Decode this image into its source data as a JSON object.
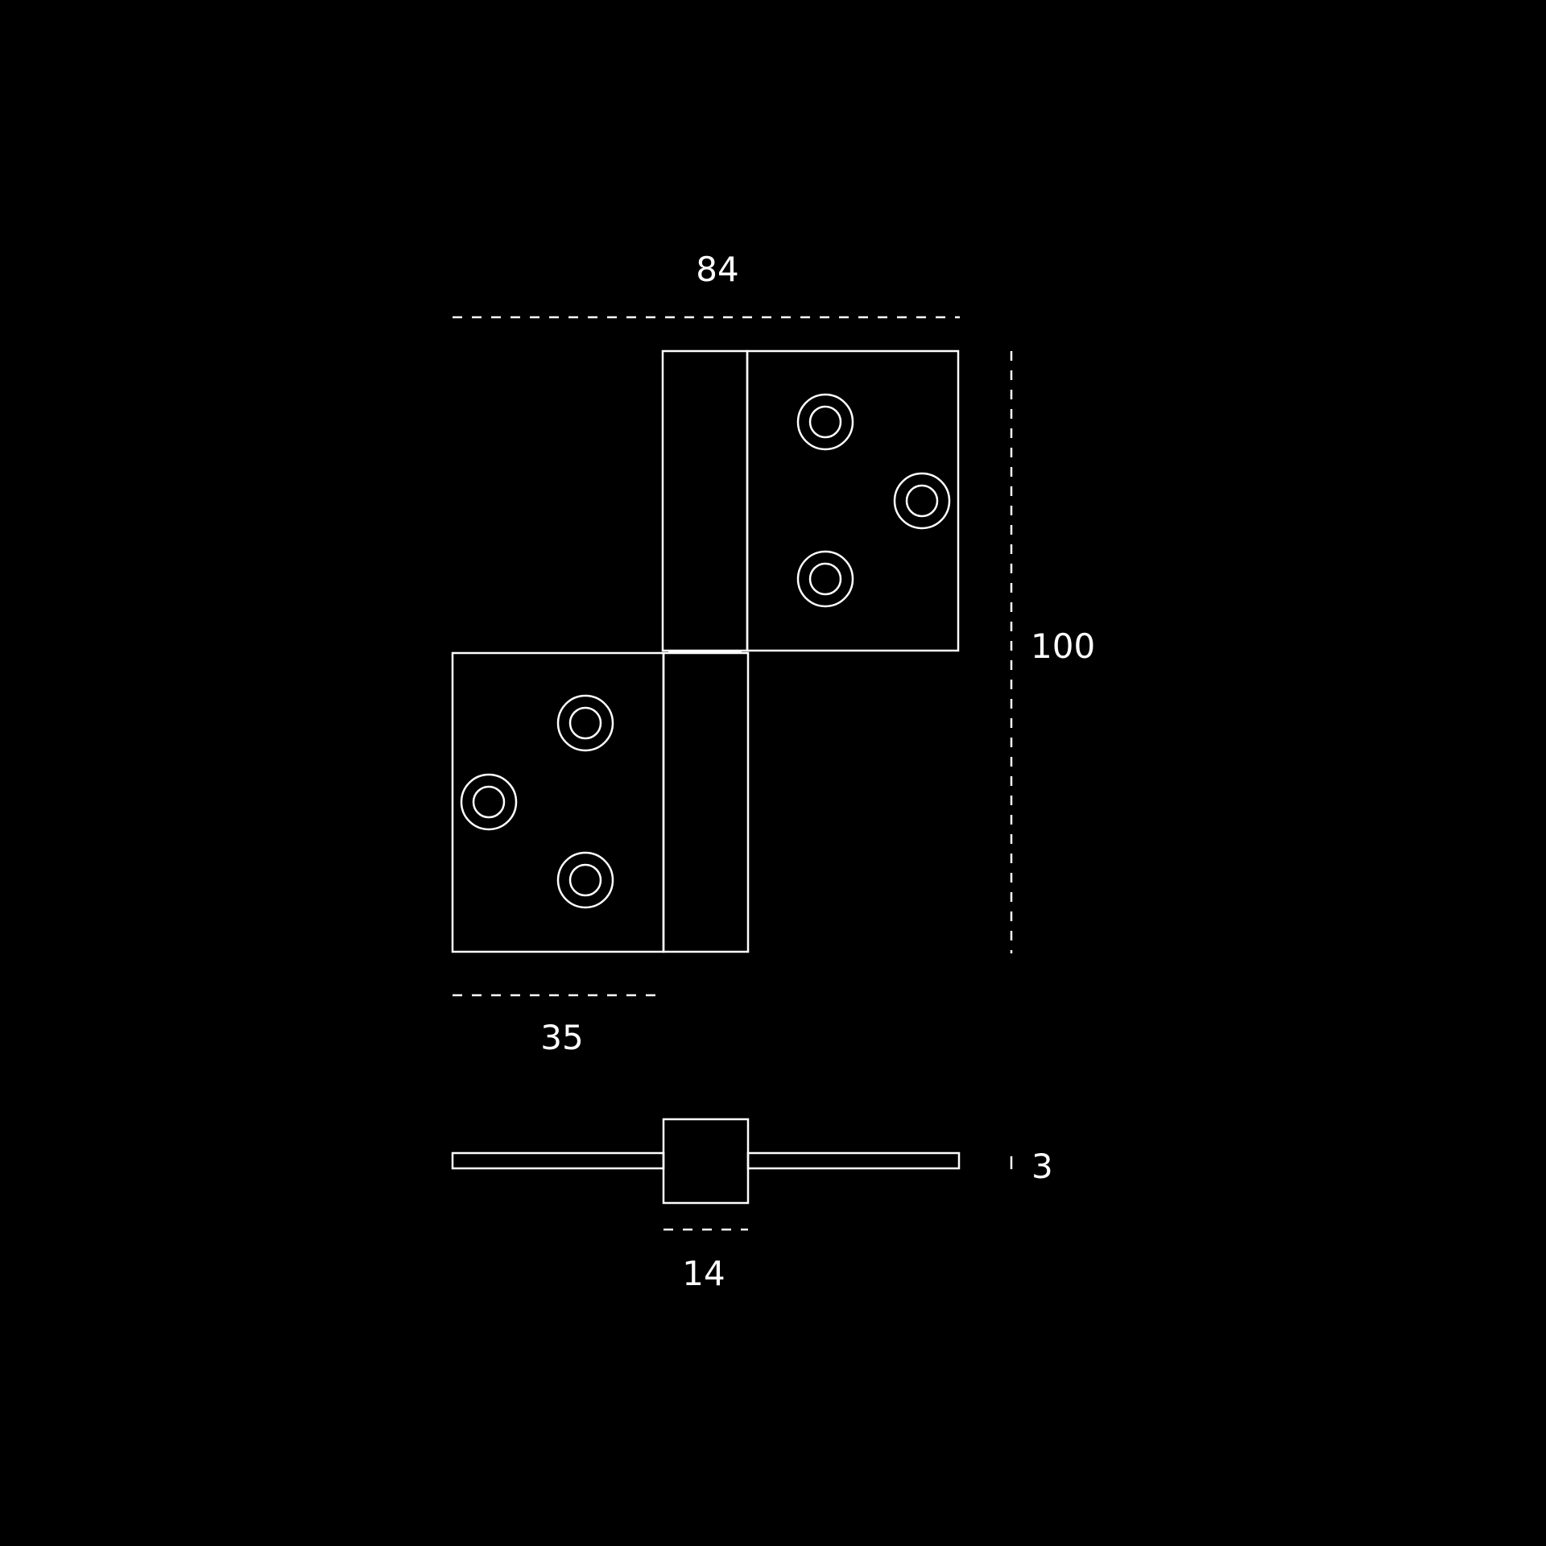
{
  "colors": {
    "background": "#000000",
    "line": "#ffffff"
  },
  "dimensions": {
    "total_width": "84",
    "height": "100",
    "leaf_width": "35",
    "thickness": "3",
    "knuckle_width": "14"
  }
}
